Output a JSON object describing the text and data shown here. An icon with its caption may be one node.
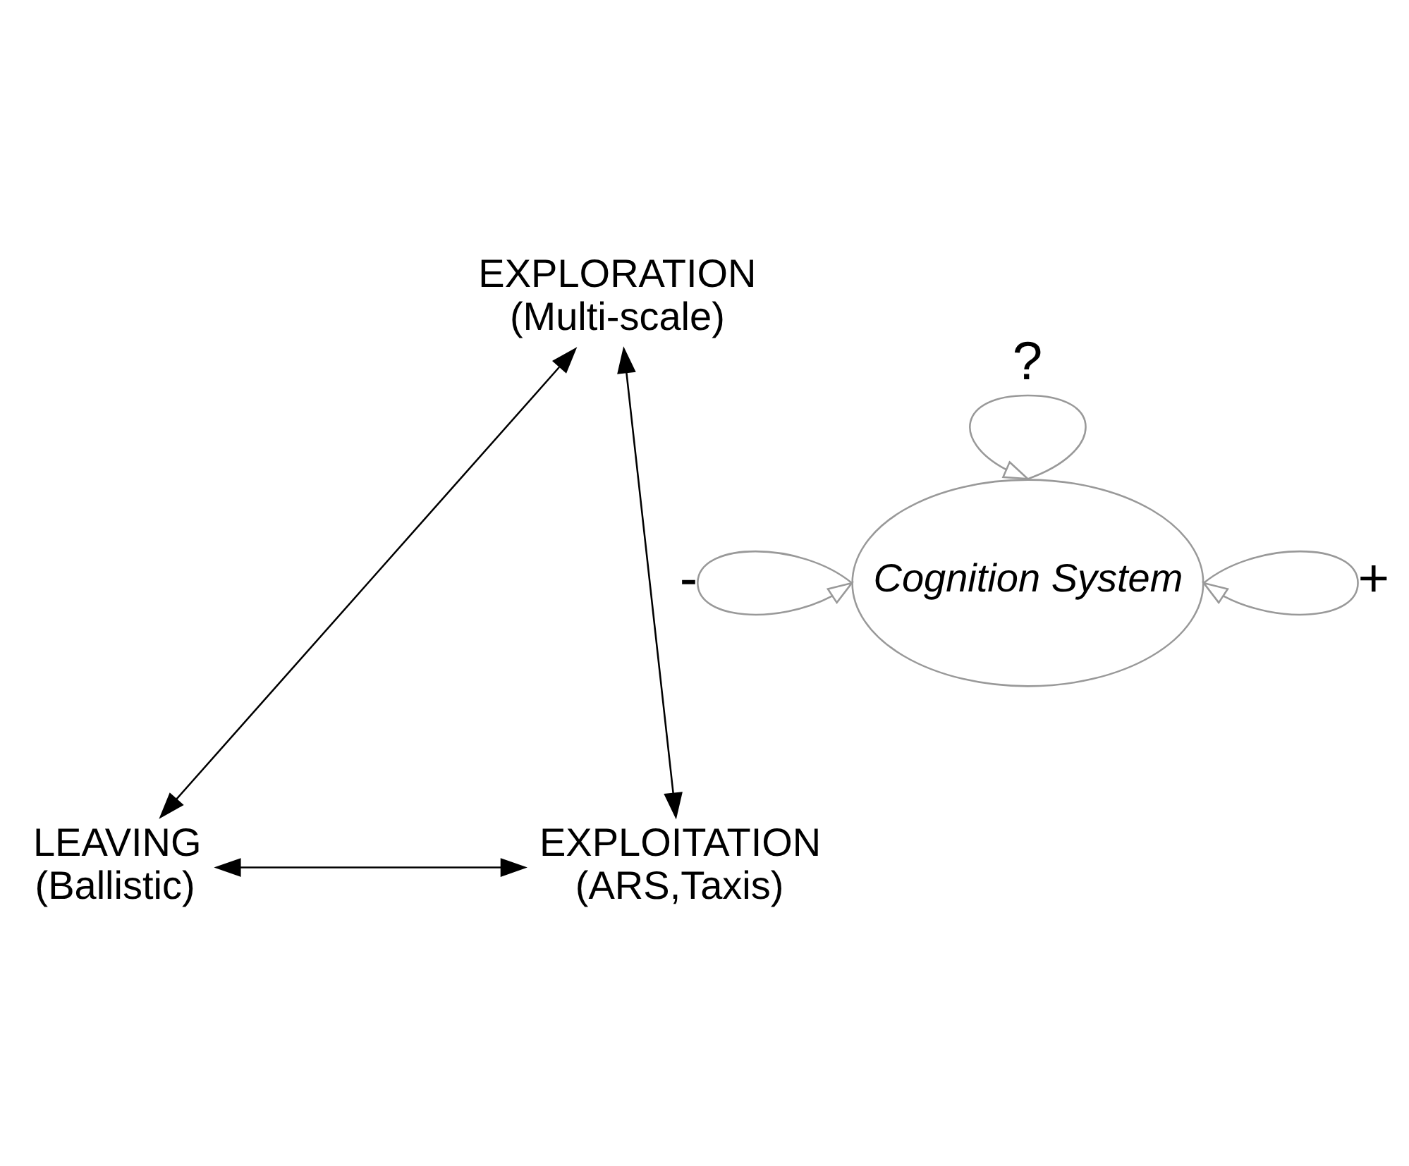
{
  "diagram": {
    "nodes": [
      {
        "text": [
          "EXPLORATION",
          "(Multi-scale)"
        ]
      },
      {
        "text": [
          "LEAVING",
          "(Ballistic)"
        ]
      },
      {
        "text": [
          "EXPLOITATION",
          "(ARS,Taxis)"
        ]
      },
      {
        "text": [
          "Cognition System"
        ]
      }
    ],
    "edges": [
      {
        "from": 0,
        "to": 1,
        "arrow": "both"
      },
      {
        "from": 0,
        "to": 2,
        "arrow": "both"
      },
      {
        "from": 1,
        "to": 2,
        "arrow": "both"
      },
      {
        "from": 3,
        "to": 3,
        "arrow": "to",
        "label": "?",
        "color": "#999999"
      },
      {
        "from": 3,
        "to": 3,
        "arrow": "to",
        "label": "-",
        "color": "#999999"
      },
      {
        "from": 3,
        "to": 3,
        "arrow": "to",
        "label": "+",
        "color": "#999999"
      }
    ]
  }
}
